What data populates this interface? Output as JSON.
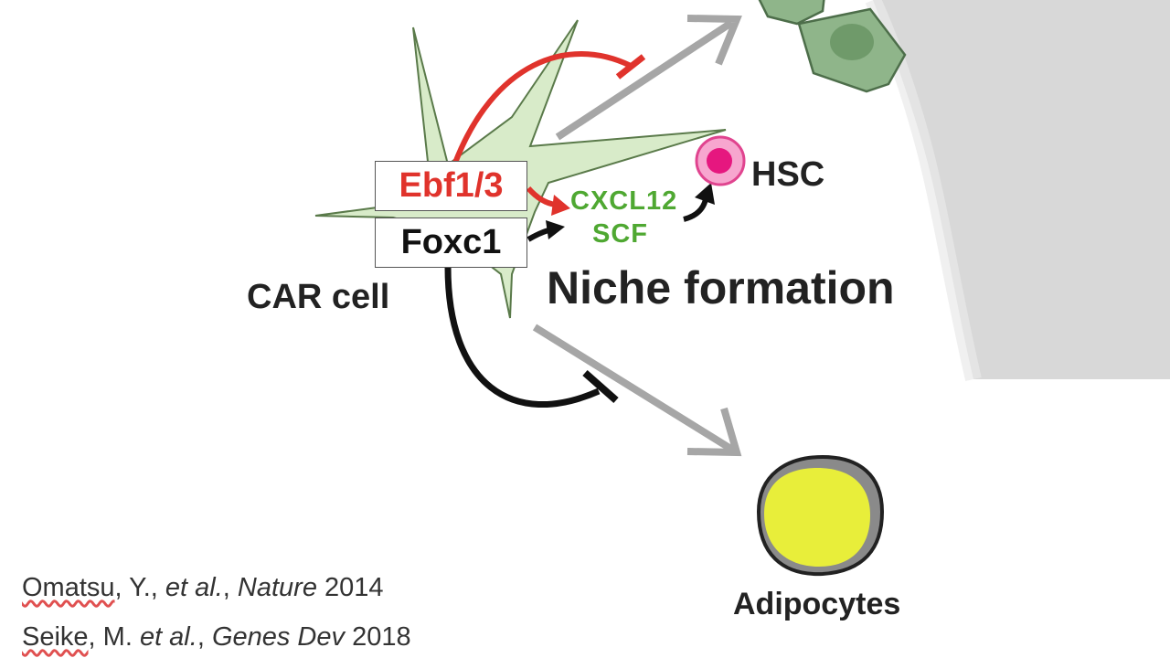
{
  "labels": {
    "ebf": "Ebf1/3",
    "foxc": "Foxc1",
    "car_cell": "CAR cell",
    "cxcl12": "CXCL12",
    "scf": "SCF",
    "hsc": "HSC",
    "niche": "Niche formation",
    "adipocytes": "Adipocytes"
  },
  "references": [
    {
      "author": "Omatsu",
      "rest_a": ", Y., ",
      "etal": "et al.",
      "sep": ", ",
      "journal": "Nature",
      "year": " 2014"
    },
    {
      "author": "Seike",
      "rest_a": ", M. ",
      "etal": "et al.",
      "sep": ", ",
      "journal": "Genes Dev",
      "year": " 2018"
    }
  ],
  "colors": {
    "cell_fill": "#d8ebc9",
    "cell_stroke": "#5a7a4a",
    "activation_red": "#e0332c",
    "repression_black": "#111111",
    "differentiation_gray": "#a6a6a6",
    "cytokine_green": "#4fa832",
    "hsc_pink": "#f06fb5",
    "hsc_core": "#e6177f",
    "adipocyte_yellow": "#e8ee3a",
    "osteoblast_green": "#8fb58a",
    "bone_gray": "#d6d6d6"
  }
}
